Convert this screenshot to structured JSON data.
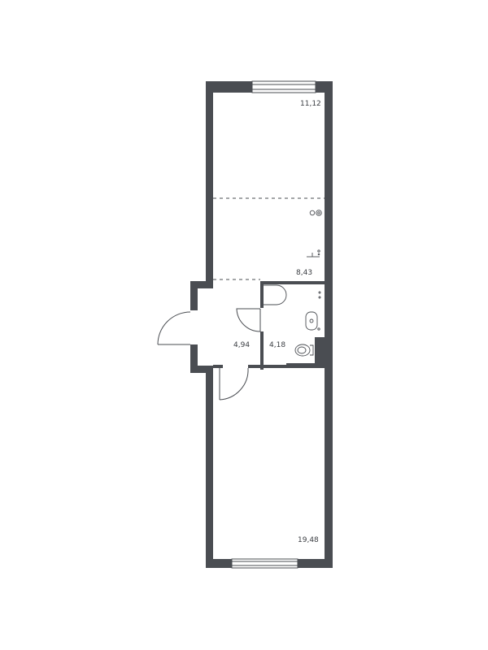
{
  "colors": {
    "wall": "#4a4d52",
    "background": "#ffffff"
  },
  "rooms": [
    {
      "id": "room-top",
      "area": "11,12"
    },
    {
      "id": "kitchen",
      "area": "8,43"
    },
    {
      "id": "hallway",
      "area": "4,94"
    },
    {
      "id": "bathroom",
      "area": "4,18"
    },
    {
      "id": "room-bottom",
      "area": "19,48"
    }
  ]
}
